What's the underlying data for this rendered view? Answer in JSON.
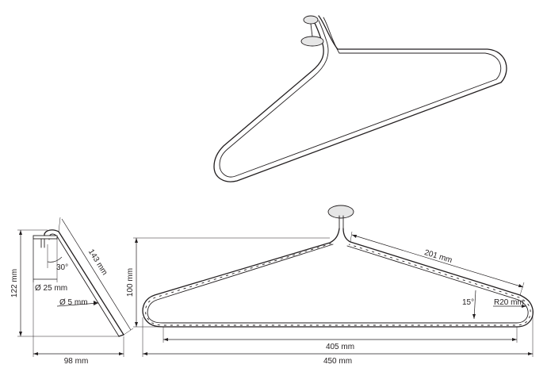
{
  "colors": {
    "line": "#231f20",
    "disk_fill": "#e6e6e6",
    "background": "#ffffff"
  },
  "side_view": {
    "angle": "30°",
    "diameter_disc": "Ø 25 mm",
    "diameter_wire": "Ø 5 mm",
    "length_diagonal": "143 mm",
    "height": "122 mm",
    "depth": "98 mm"
  },
  "front_view": {
    "height": "100 mm",
    "top_arm_length": "201 mm",
    "angle": "15°",
    "radius": "R20 mm",
    "inner_width": "405 mm",
    "overall_width": "450 mm"
  }
}
